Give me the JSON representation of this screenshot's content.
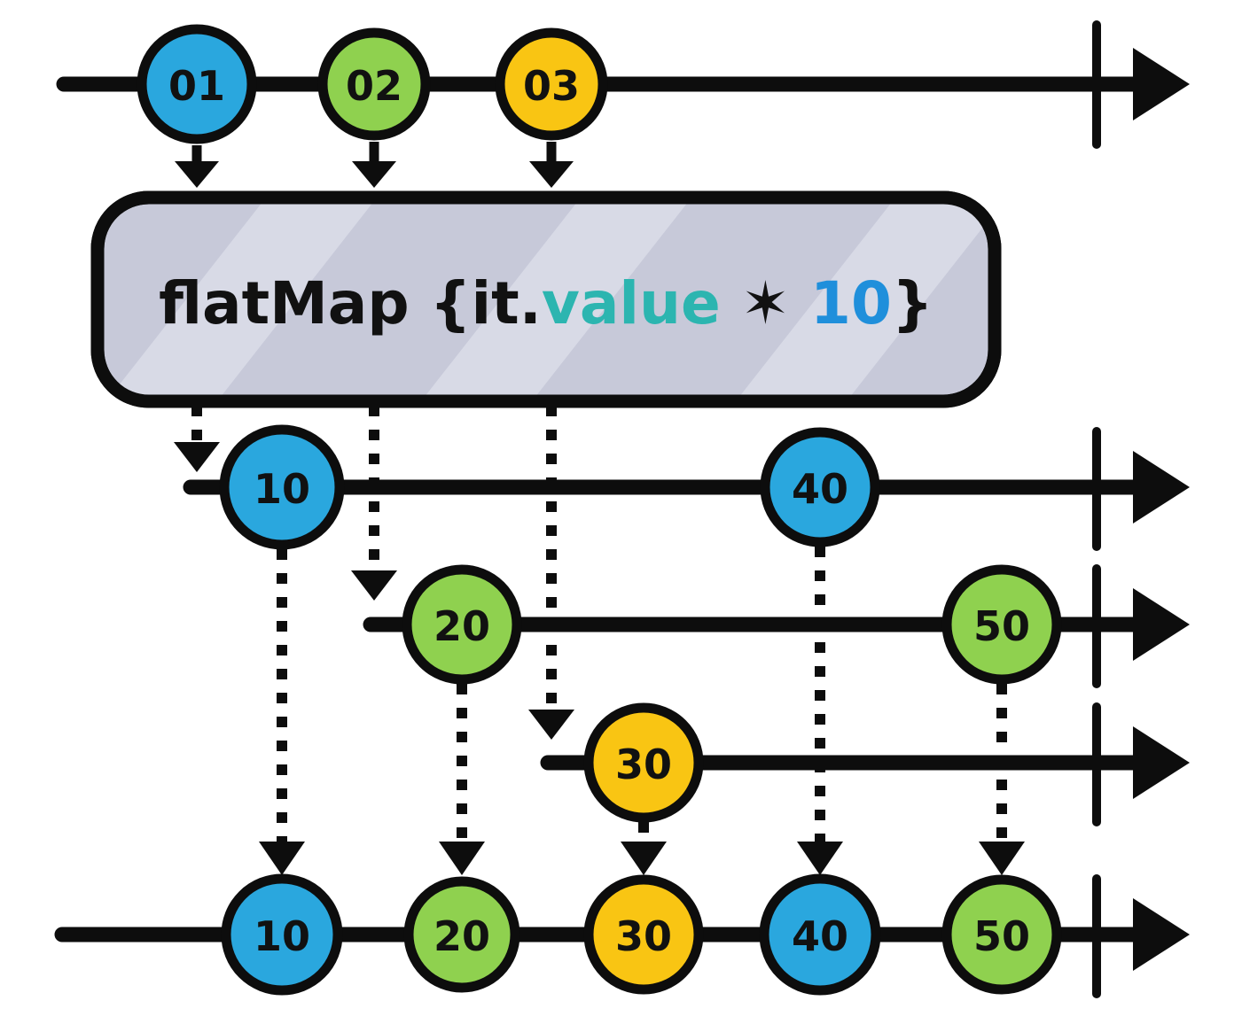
{
  "colors": {
    "blue": "#2aa7de",
    "green": "#8fd14f",
    "yellow": "#f9c513",
    "teal": "#2cb5b0",
    "number_blue": "#1f8fdb",
    "stroke": "#0d0d0d",
    "box_fill": "#c7c9d9",
    "box_stripe": "#d8dae6"
  },
  "operator_box": {
    "text_prefix": "flatMap {it.",
    "text_value": "value",
    "text_operator": " ✶ ",
    "text_multiplier": "10",
    "text_suffix": "}"
  },
  "source_stream": {
    "marbles": [
      {
        "label": "01",
        "color": "blue"
      },
      {
        "label": "02",
        "color": "green"
      },
      {
        "label": "03",
        "color": "yellow"
      }
    ]
  },
  "inner_streams": {
    "stream1": {
      "marbles": [
        {
          "label": "10",
          "color": "blue"
        },
        {
          "label": "40",
          "color": "blue"
        }
      ]
    },
    "stream2": {
      "marbles": [
        {
          "label": "20",
          "color": "green"
        },
        {
          "label": "50",
          "color": "green"
        }
      ]
    },
    "stream3": {
      "marbles": [
        {
          "label": "30",
          "color": "yellow"
        }
      ]
    }
  },
  "output_stream": {
    "marbles": [
      {
        "label": "10",
        "color": "blue"
      },
      {
        "label": "20",
        "color": "green"
      },
      {
        "label": "30",
        "color": "yellow"
      },
      {
        "label": "40",
        "color": "blue"
      },
      {
        "label": "50",
        "color": "green"
      }
    ]
  }
}
